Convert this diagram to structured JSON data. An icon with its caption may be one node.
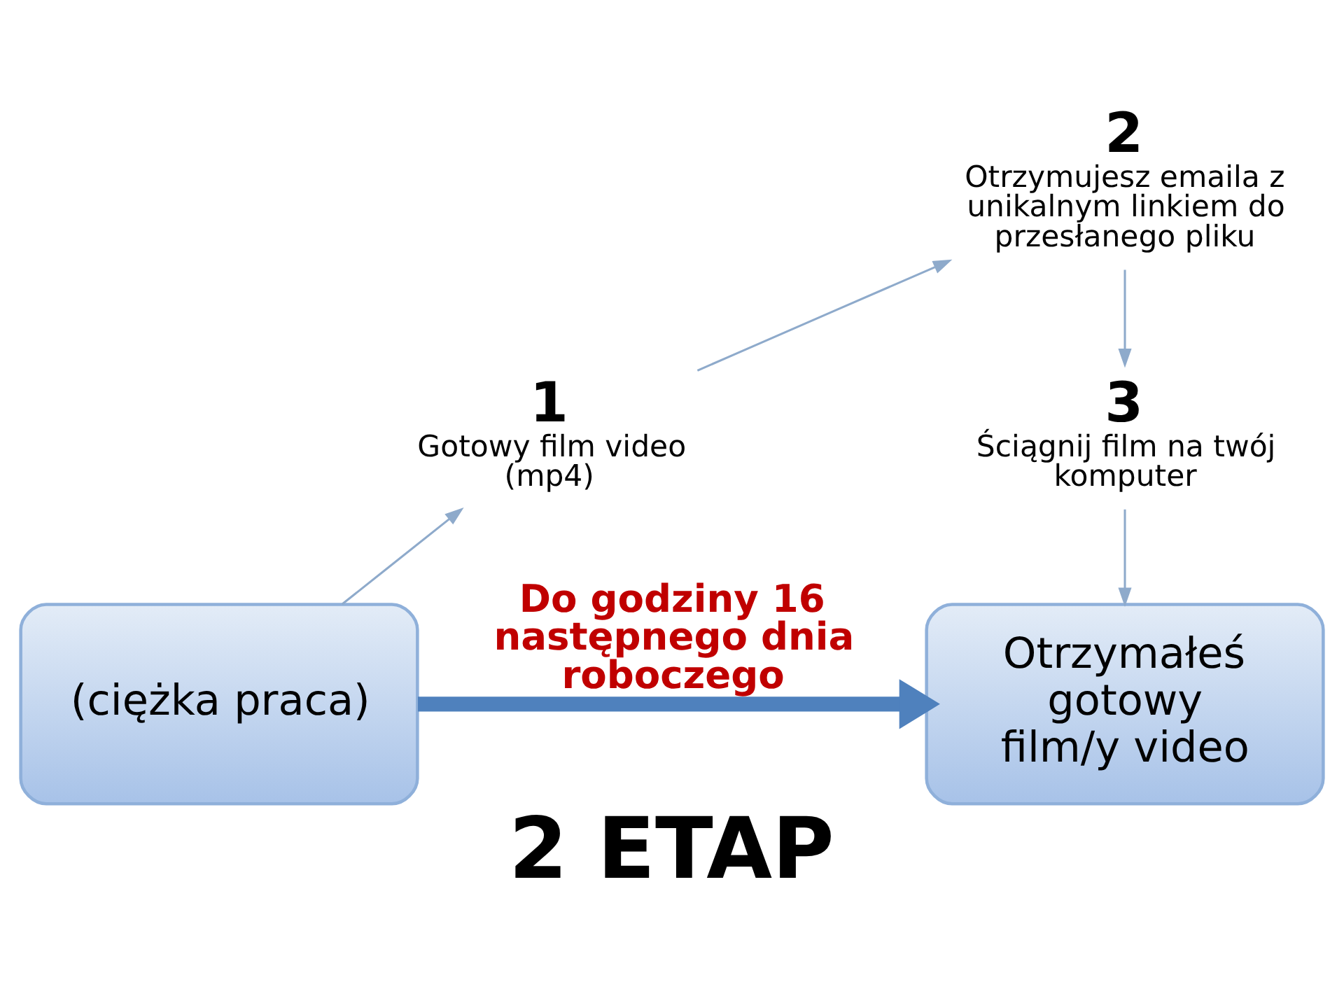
{
  "diagram": {
    "title": "2 ETAP",
    "nodes": [
      {
        "text": [
          "1",
          "Gotowy film video (mp4)"
        ]
      },
      {
        "text": [
          "2",
          "Otrzymujesz emaila z unikalnym linkiem do przesłanego pliku"
        ]
      },
      {
        "text": [
          "3",
          "Ściągnij film na twój komputer"
        ]
      },
      {
        "text": [
          "(ciężka praca)"
        ]
      },
      {
        "text": [
          "Otrzymałeś gotowy film/y video"
        ]
      }
    ],
    "edges": [
      {
        "from": 3,
        "to": 0,
        "arrow": "to"
      },
      {
        "from": 0,
        "to": 1,
        "arrow": "to"
      },
      {
        "from": 1,
        "to": 2,
        "arrow": "to"
      },
      {
        "from": 2,
        "to": 4,
        "arrow": "to"
      },
      {
        "from": 3,
        "to": 4,
        "arrow": "to",
        "label": "Do godziny 16 następnego dnia roboczego",
        "style": "thick",
        "color": "#4f81bd"
      }
    ]
  }
}
